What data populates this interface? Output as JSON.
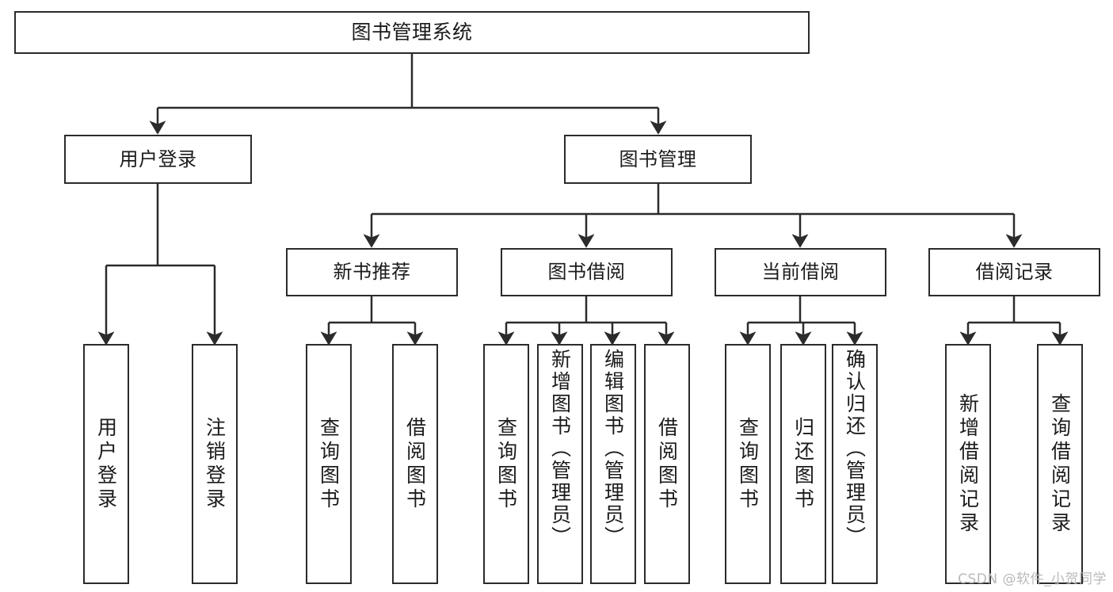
{
  "diagram": {
    "title": "图书管理系统",
    "type": "hierarchy-tree",
    "orientation": "top-down",
    "colors": {
      "stroke": "#2b2b2b",
      "fill": "#ffffff",
      "text": "#1b1b1b",
      "watermark": "#b9b9b9"
    },
    "root": {
      "label": "图书管理系统"
    },
    "level2": [
      {
        "label": "用户登录"
      },
      {
        "label": "图书管理"
      }
    ],
    "level3": [
      {
        "label": "新书推荐"
      },
      {
        "label": "图书借阅"
      },
      {
        "label": "当前借阅"
      },
      {
        "label": "借阅记录"
      }
    ],
    "leaves": {
      "user_login": [
        {
          "label": "用户登录"
        },
        {
          "label": "注销登录"
        }
      ],
      "new_book": [
        {
          "label": "查询图书"
        },
        {
          "label": "借阅图书"
        }
      ],
      "book_borrow": [
        {
          "label": "查询图书"
        },
        {
          "label": "新增图书（管理员）"
        },
        {
          "label": "编辑图书（管理员）"
        },
        {
          "label": "借阅图书"
        }
      ],
      "current_borrow": [
        {
          "label": "查询图书"
        },
        {
          "label": "归还图书"
        },
        {
          "label": "确认归还（管理员）"
        }
      ],
      "borrow_record": [
        {
          "label": "新增借阅记录"
        },
        {
          "label": "查询借阅记录"
        }
      ]
    }
  },
  "watermark": {
    "text": "CSDN @软件_小贺同学"
  }
}
